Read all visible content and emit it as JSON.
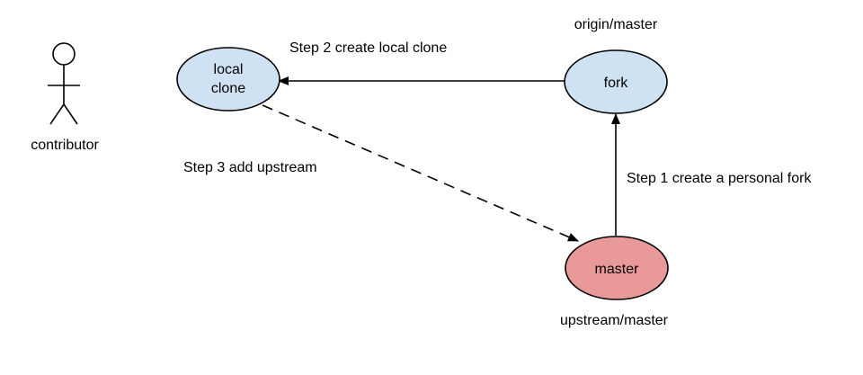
{
  "actor": {
    "label": "contributor"
  },
  "nodes": {
    "local_clone": {
      "lines": [
        "local",
        "clone"
      ],
      "fill": "#cfe2f3"
    },
    "fork": {
      "label": "fork",
      "fill": "#cfe2f3",
      "caption": "origin/master"
    },
    "master": {
      "label": "master",
      "fill": "#ea9999",
      "caption": "upstream/master"
    }
  },
  "edges": {
    "step1": {
      "label": "Step 1 create a personal fork",
      "style": "solid"
    },
    "step2": {
      "label": "Step 2 create local clone",
      "style": "solid"
    },
    "step3": {
      "label": "Step 3 add upstream",
      "style": "dashed"
    }
  },
  "colors": {
    "stroke": "#000000",
    "background": "#ffffff"
  }
}
